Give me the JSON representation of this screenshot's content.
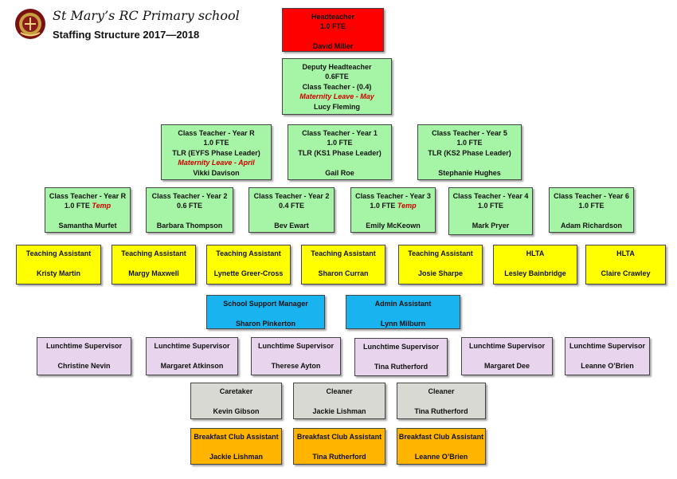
{
  "header": {
    "school_name": "St Mary’s RC Primary school",
    "subtitle": "Staffing Structure 2017—2018"
  },
  "colors": {
    "headteacher": "#ff0000",
    "teaching": "#a6f5a6",
    "assistant": "#ffff00",
    "admin": "#19b3f0",
    "lunchtime": "#e8d4ec",
    "premises": "#d9d9d4",
    "breakfast": "#ffb400"
  },
  "headteacher": {
    "role": "Headteacher",
    "fte": "1.0 FTE",
    "name": "David Miller"
  },
  "deputy": {
    "role": "Deputy Headteacher",
    "fte": "0.6FTE",
    "role2": "Class Teacher - (0.4)",
    "note": "Maternity Leave - May",
    "name": "Lucy Fleming"
  },
  "phase_leaders": [
    {
      "role": "Class Teacher - Year R",
      "fte": "1.0 FTE",
      "tlr": "TLR (EYFS Phase Leader)",
      "note": "Maternity Leave - April",
      "name": "Vikki Davison"
    },
    {
      "role": "Class Teacher - Year 1",
      "fte": "1.0 FTE",
      "tlr": "TLR (KS1 Phase Leader)",
      "note": "",
      "name": "Gail Roe"
    },
    {
      "role": "Class Teacher - Year 5",
      "fte": "1.0 FTE",
      "tlr": "TLR (KS2 Phase Leader)",
      "note": "",
      "name": "Stephanie Hughes"
    }
  ],
  "class_teachers": [
    {
      "role": "Class Teacher - Year R",
      "fte": "1.0 FTE",
      "temp": "Temp",
      "name": "Samantha Murfet"
    },
    {
      "role": "Class Teacher - Year 2",
      "fte": "0.6 FTE",
      "temp": "",
      "name": "Barbara Thompson"
    },
    {
      "role": "Class Teacher - Year 2",
      "fte": "0.4 FTE",
      "temp": "",
      "name": "Bev Ewart"
    },
    {
      "role": "Class Teacher - Year 3",
      "fte": "1.0 FTE",
      "temp": "Temp",
      "name": "Emily McKeown"
    },
    {
      "role": "Class Teacher - Year 4",
      "fte": "1.0 FTE",
      "temp": "",
      "name": "Mark Pryer"
    },
    {
      "role": "Class Teacher - Year 6",
      "fte": "1.0 FTE",
      "temp": "",
      "name": "Adam Richardson"
    }
  ],
  "assistants": [
    {
      "role": "Teaching Assistant",
      "name": "Kristy Martin"
    },
    {
      "role": "Teaching Assistant",
      "name": "Margy Maxwell"
    },
    {
      "role": "Teaching Assistant",
      "name": "Lynette Greer-Cross"
    },
    {
      "role": "Teaching Assistant",
      "name": "Sharon Curran"
    },
    {
      "role": "Teaching Assistant",
      "name": "Josie Sharpe"
    },
    {
      "role": "HLTA",
      "name": "Lesley Bainbridge"
    },
    {
      "role": "HLTA",
      "name": "Claire Crawley"
    }
  ],
  "support": [
    {
      "role": "School Support Manager",
      "name": "Sharon Pinkerton"
    },
    {
      "role": "Admin Assistant",
      "name": "Lynn Milburn"
    }
  ],
  "lunchtime": [
    {
      "role": "Lunchtime Supervisor",
      "name": "Christine Nevin"
    },
    {
      "role": "Lunchtime Supervisor",
      "name": "Margaret Atkinson"
    },
    {
      "role": "Lunchtime Supervisor",
      "name": "Therese Ayton"
    },
    {
      "role": "Lunchtime Supervisor",
      "name": "Tina Rutherford"
    },
    {
      "role": "Lunchtime Supervisor",
      "name": "Margaret Dee"
    },
    {
      "role": "Lunchtime Supervisor",
      "name": "Leanne O’Brien"
    }
  ],
  "premises": [
    {
      "role": "Caretaker",
      "name": "Kevin Gibson"
    },
    {
      "role": "Cleaner",
      "name": "Jackie Lishman"
    },
    {
      "role": "Cleaner",
      "name": "Tina Rutherford"
    }
  ],
  "breakfast": [
    {
      "role": "Breakfast Club Assistant",
      "name": "Jackie Lishman"
    },
    {
      "role": "Breakfast Club Assistant",
      "name": "Tina Rutherford"
    },
    {
      "role": "Breakfast Club Assistant",
      "name": "Leanne O’Brien"
    }
  ]
}
